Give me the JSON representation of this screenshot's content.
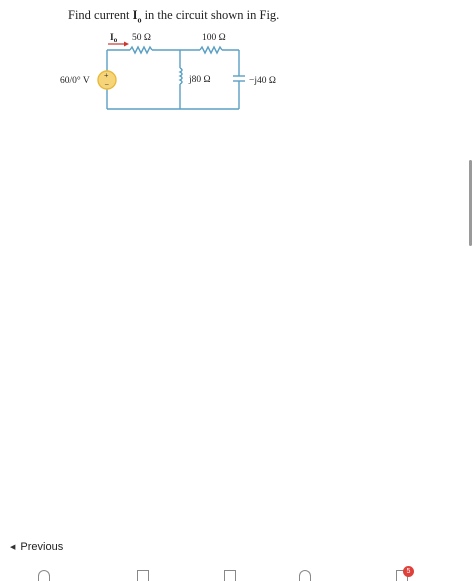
{
  "question": {
    "prefix": "Find current ",
    "var_main": "I",
    "var_sub": "o",
    "suffix": " in the circuit shown in Fig."
  },
  "circuit": {
    "current_label_main": "I",
    "current_label_sub": "o",
    "source_label": "60/0° V",
    "r1_label": "50 Ω",
    "r2_label": "100 Ω",
    "inductor_label": "j80 Ω",
    "capacitor_label": "−j40 Ω",
    "wire_color": "#5a9fc3",
    "source_color": "#e9b93c",
    "arrow_color": "#c9372f"
  },
  "nav": {
    "previous_label": "Previous"
  },
  "bottom": {
    "badge_count": "5"
  }
}
